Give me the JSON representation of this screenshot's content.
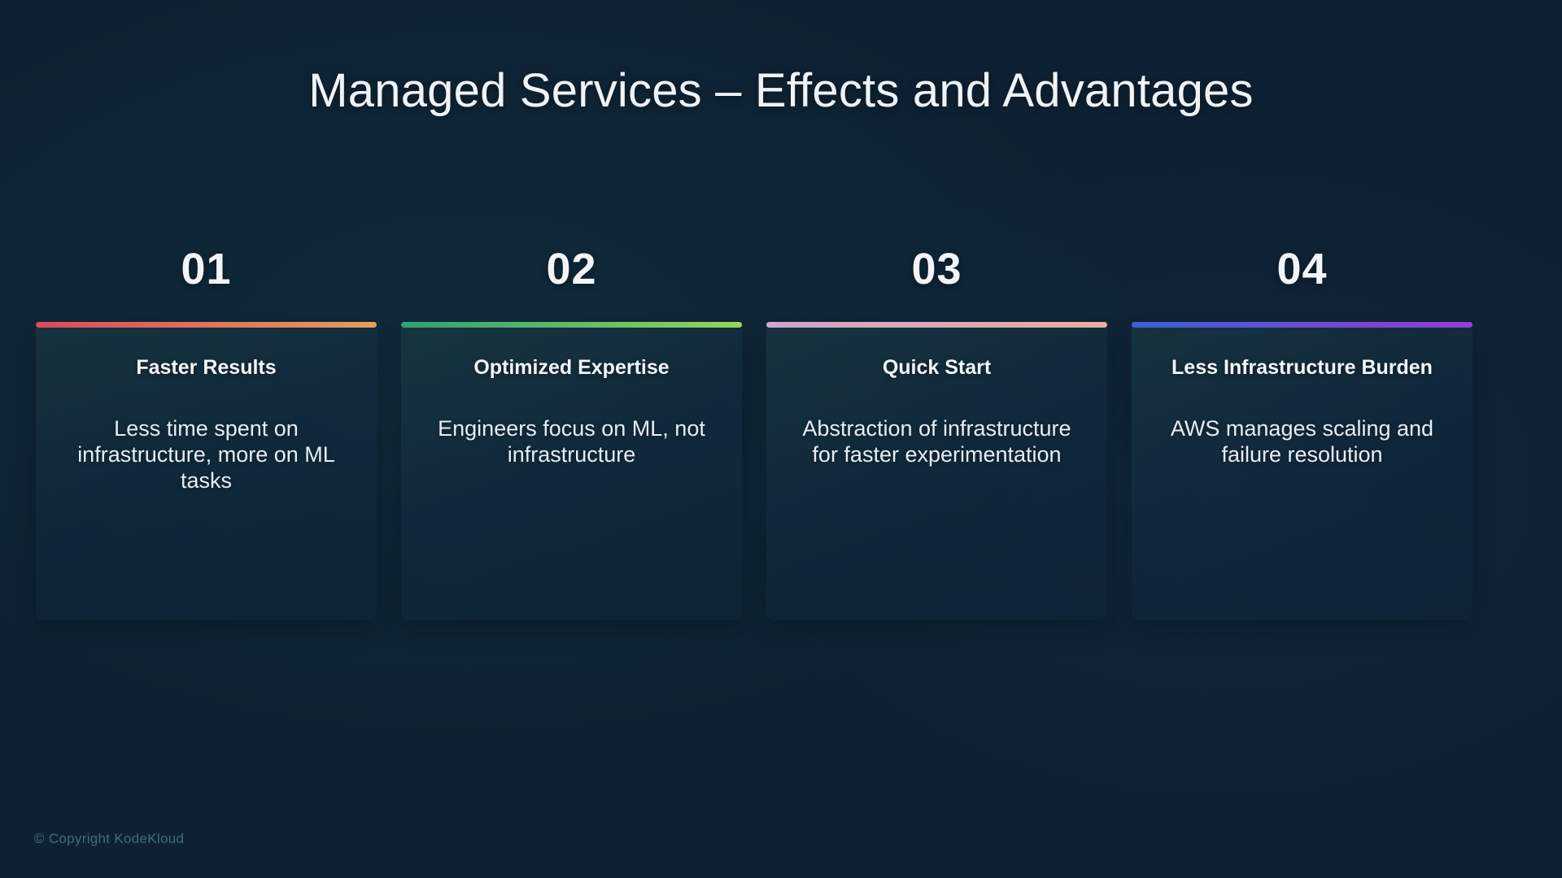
{
  "slide": {
    "title": "Managed Services – Effects and Advantages",
    "background_color": "#0e2132",
    "title_color": "#eef3f8"
  },
  "cards": [
    {
      "number": "01",
      "heading": "Faster Results",
      "text": "Less time spent on infrastructure, more on ML tasks",
      "bar_gradient_from": "#e34b5f",
      "bar_gradient_to": "#eba45c"
    },
    {
      "number": "02",
      "heading": "Optimized Expertise",
      "text": "Engineers focus on ML, not infrastructure",
      "bar_gradient_from": "#2fa678",
      "bar_gradient_to": "#9bdc5a"
    },
    {
      "number": "03",
      "heading": "Quick Start",
      "text": "Abstraction of infrastructure for faster experimentation",
      "bar_gradient_from": "#d9a9d4",
      "bar_gradient_to": "#edb2a0"
    },
    {
      "number": "04",
      "heading": "Less Infrastructure Burden",
      "text": "AWS manages scaling and failure resolution",
      "bar_gradient_from": "#3d62dd",
      "bar_gradient_to": "#9b3ee0"
    }
  ],
  "footer": {
    "copyright": "© Copyright KodeKloud",
    "color": "#3f6d7d"
  }
}
